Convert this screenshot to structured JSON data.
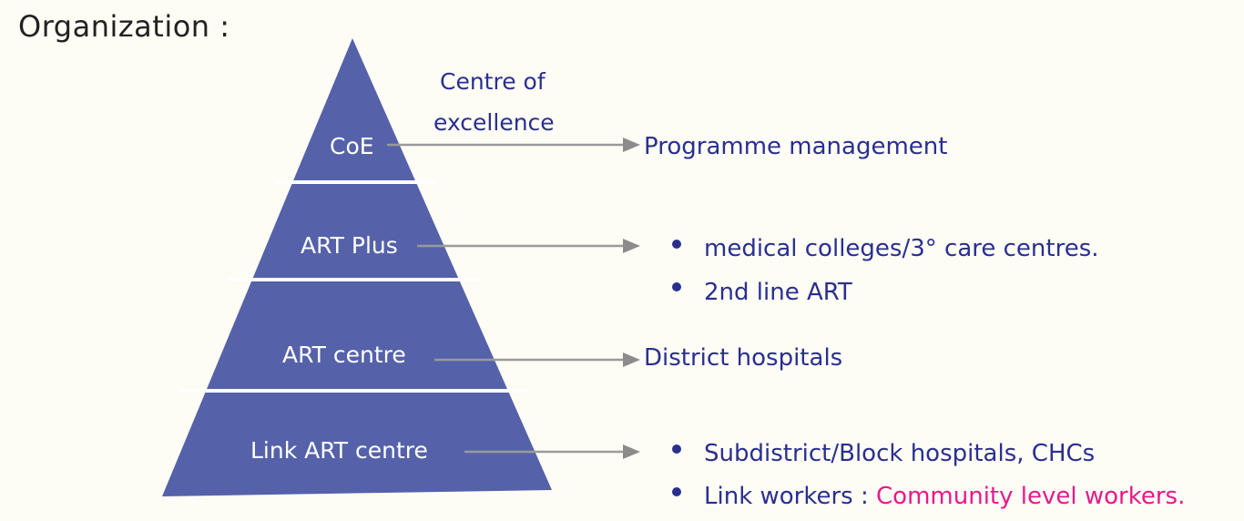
{
  "title": "Organization :",
  "colors": {
    "pyramid": "#5562aa",
    "text_blue": "#2a2f8f",
    "highlight": "#e8198b",
    "arrow": "#9a9a9a"
  },
  "coe_note": [
    "Centre of",
    "excellence"
  ],
  "levels": [
    {
      "label": "CoE",
      "items": [
        "Programme management"
      ]
    },
    {
      "label": "ART Plus",
      "items": [
        "medical colleges/3° care centres.",
        "2nd line ART"
      ]
    },
    {
      "label": "ART centre",
      "items": [
        "District hospitals"
      ]
    },
    {
      "label": "Link ART centre",
      "items": [
        "Subdistrict/Block hospitals, CHCs",
        "Link workers : "
      ]
    }
  ],
  "highlight_text": "Community level workers."
}
